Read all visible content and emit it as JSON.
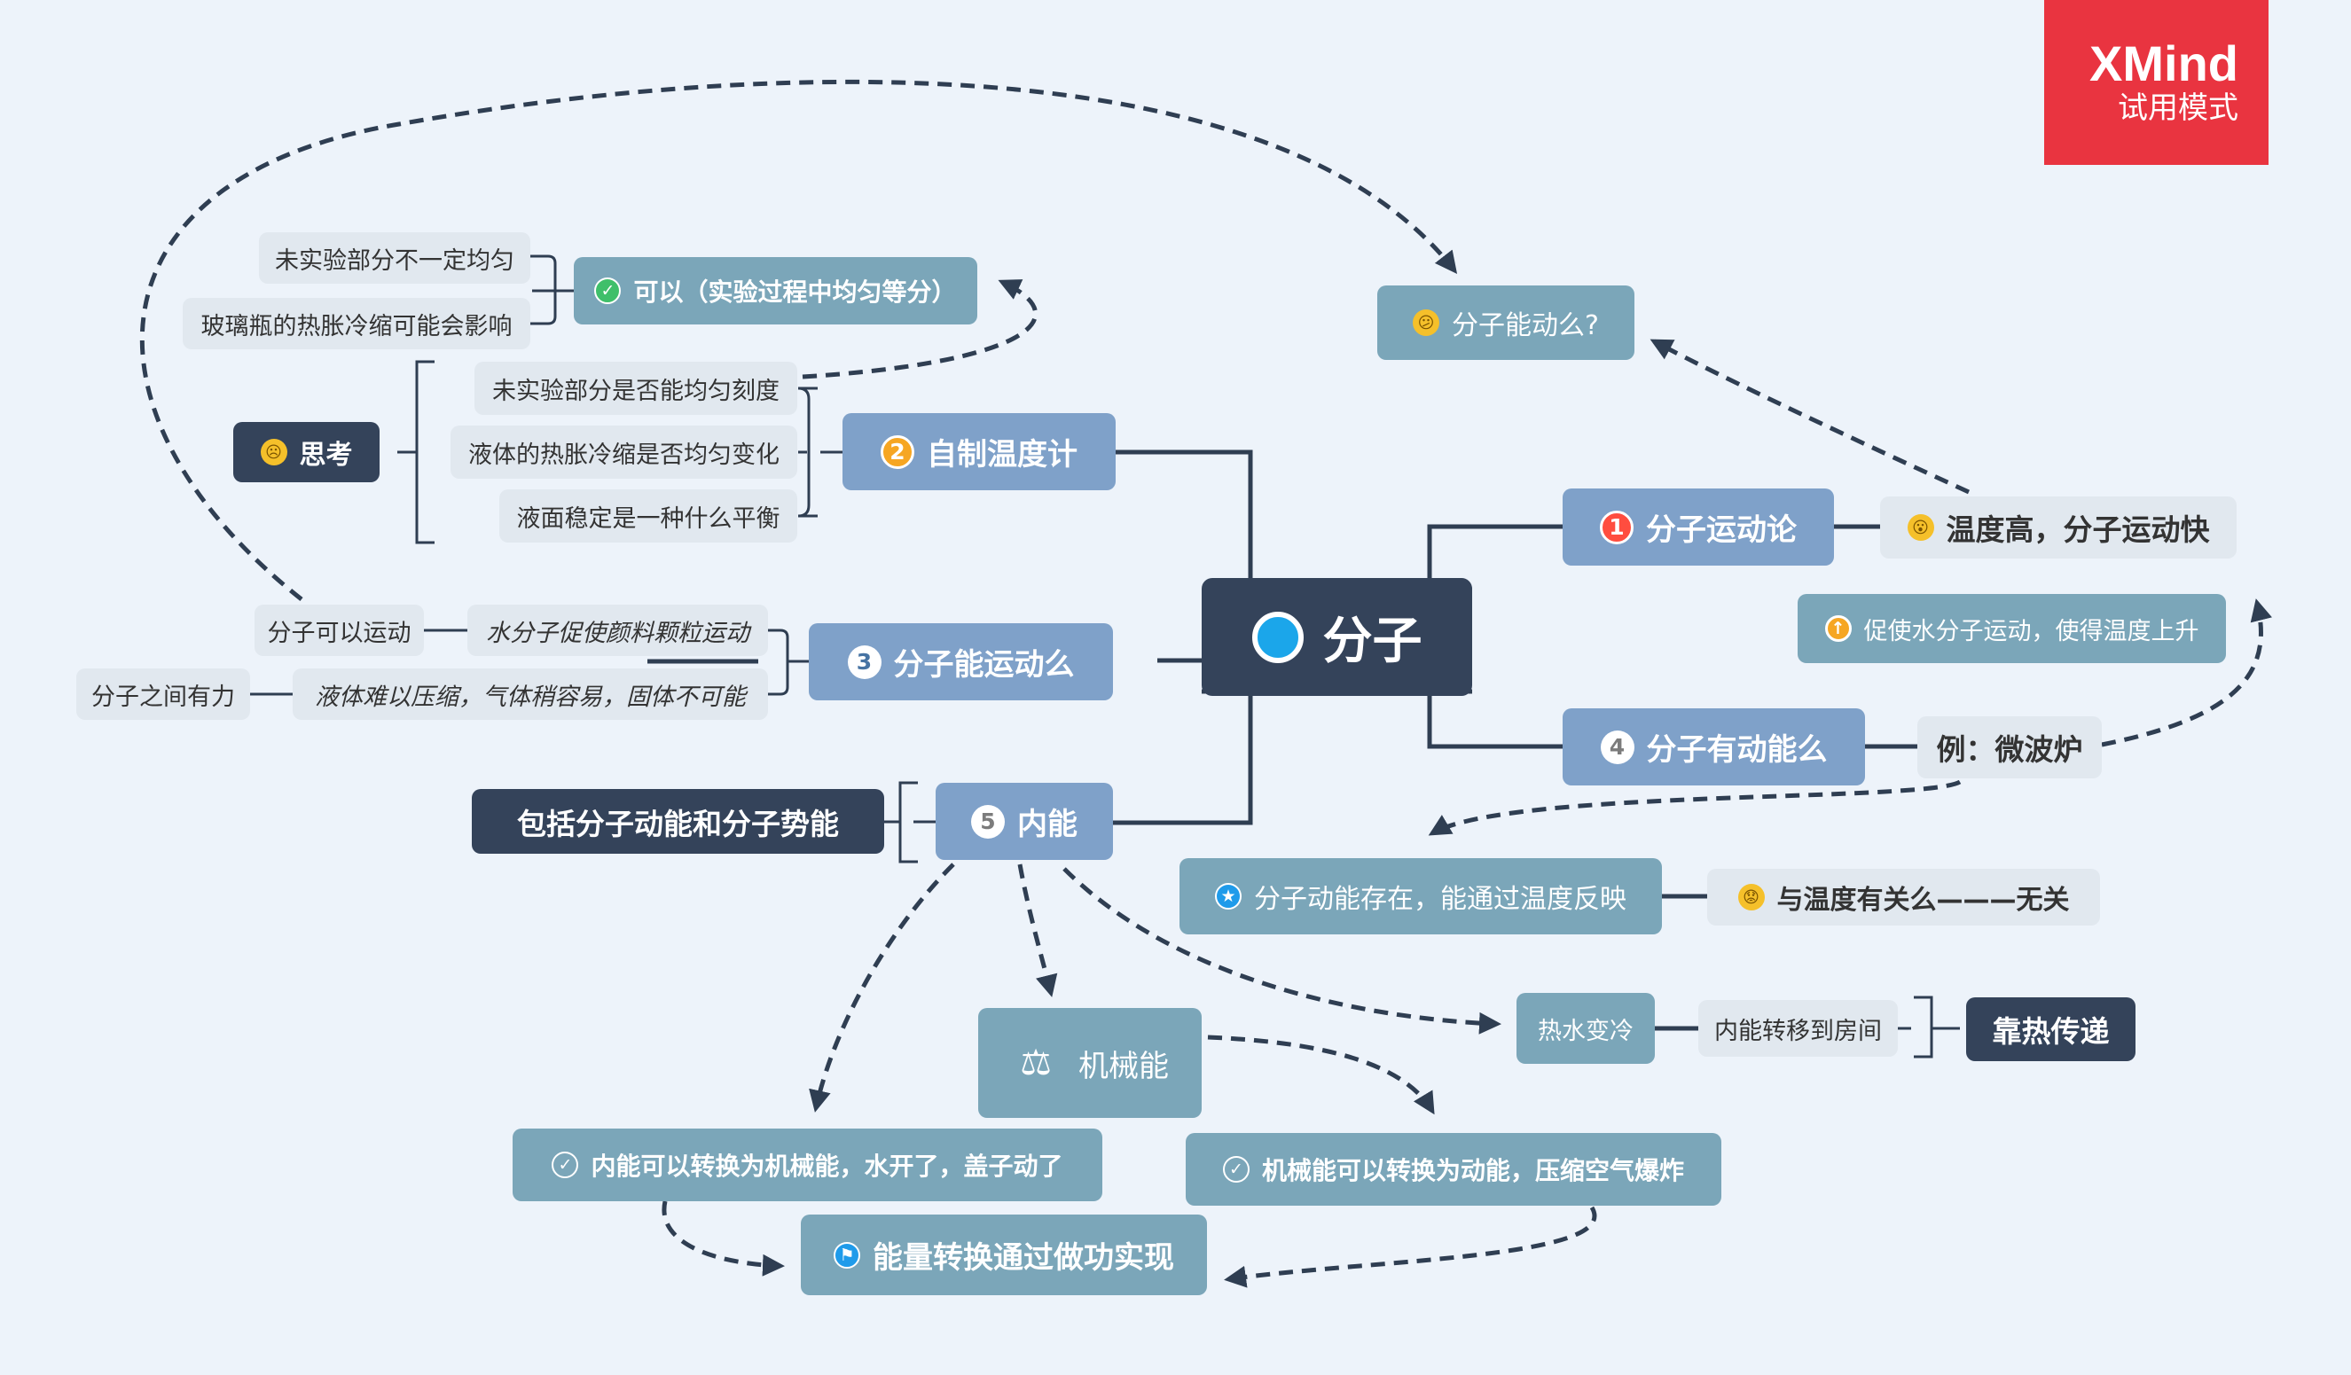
{
  "badge": {
    "brand": "XMind",
    "mode": "试用模式"
  },
  "root": {
    "label": "分子"
  },
  "topics": {
    "t1": {
      "num": "1",
      "label": "分子运动论",
      "detail": "温度高，分子运动快"
    },
    "t2": {
      "num": "2",
      "label": "自制温度计"
    },
    "t3": {
      "num": "3",
      "label": "分子能运动么"
    },
    "t4": {
      "num": "4",
      "label": "分子有动能么",
      "detail": "例：微波炉"
    },
    "t5": {
      "num": "5",
      "label": "内能"
    }
  },
  "think": {
    "label": "思考",
    "items": [
      "未实验部分是否能均匀刻度",
      "液体的热胀冷缩是否均匀变化",
      "液面稳定是一种什么平衡"
    ]
  },
  "answer": {
    "label": "可以（实验过程中均匀等分）",
    "notes": [
      "未实验部分不一定均匀",
      "玻璃瓶的热胀冷缩可能会影响"
    ]
  },
  "t3_children": [
    {
      "label": "水分子促使颜料颗粒运动",
      "note": "分子可以运动"
    },
    {
      "label": "液体难以压缩，气体稍容易，固体不可能",
      "note": "分子之间有力"
    }
  ],
  "question": "分子能动么?",
  "water": "促使水分子运动，使得温度上升",
  "kinetic": "分子动能存在，能通过温度反映",
  "temp_rel": "与温度有关么———无关",
  "internal_energy_def": "包括分子动能和分子势能",
  "mech_energy": "机械能",
  "hot_water": "热水变冷",
  "transfer": "内能转移到房间",
  "heat": "靠热传递",
  "convert1": "内能可以转换为机械能，水开了，盖子动了",
  "convert2": "机械能可以转换为动能，压缩空气爆炸",
  "work": "能量转换通过做功实现",
  "colors": {
    "bg": "#edf3fa",
    "root": "#34435a",
    "main": "#7fa1c9",
    "sub": "#7ba6b9",
    "badge": "#e93440"
  }
}
